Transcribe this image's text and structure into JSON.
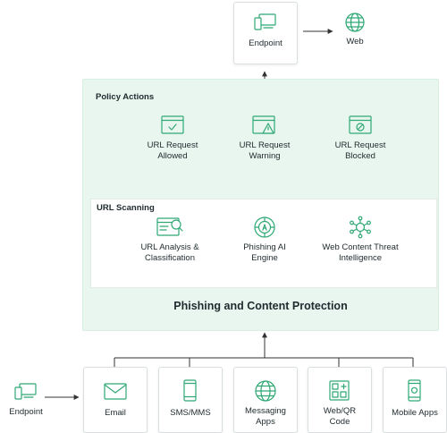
{
  "colors": {
    "accent": "#2fa874",
    "panel_bg": "#e8f6ef",
    "text": "#1f2a2e",
    "line": "#444444"
  },
  "top": {
    "endpoint_label": "Endpoint",
    "web_label": "Web"
  },
  "policy_actions": {
    "title": "Policy Actions",
    "items": [
      {
        "label": "URL Request\nAllowed",
        "icon": "browser-check-icon"
      },
      {
        "label": "URL Request\nWarning",
        "icon": "browser-warning-icon"
      },
      {
        "label": "URL Request\nBlocked",
        "icon": "browser-blocked-icon"
      }
    ]
  },
  "url_scanning": {
    "title": "URL Scanning",
    "items": [
      {
        "label": "URL Analysis &\nClassification",
        "icon": "browser-search-icon"
      },
      {
        "label": "Phishing AI\nEngine",
        "icon": "ai-engine-icon"
      },
      {
        "label": "Web Content Threat\nIntelligence",
        "icon": "network-intelligence-icon"
      }
    ]
  },
  "protection_title": "Phishing and Content Protection",
  "bottom": {
    "endpoint_label": "Endpoint",
    "sources": [
      {
        "label": "Email",
        "icon": "email-icon"
      },
      {
        "label": "SMS/MMS",
        "icon": "phone-icon"
      },
      {
        "label": "Messaging\nApps",
        "icon": "globe-icon"
      },
      {
        "label": "Web/QR\nCode",
        "icon": "qr-code-icon"
      },
      {
        "label": "Mobile Apps",
        "icon": "mobile-app-icon"
      }
    ]
  }
}
